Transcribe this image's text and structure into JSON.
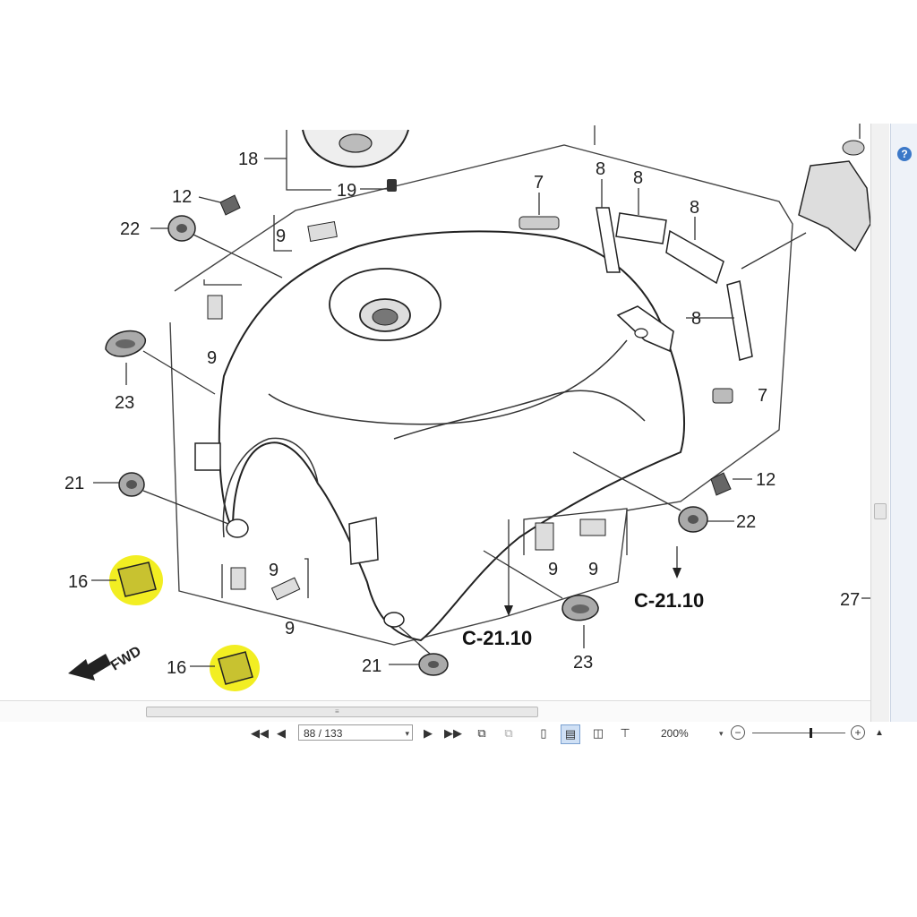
{
  "diagram": {
    "callouts": {
      "n18": "18",
      "n19": "19",
      "n12_top": "12",
      "n22_top": "22",
      "n9_a": "9",
      "n9_b": "9",
      "n9_c": "9",
      "n9_d": "9",
      "n9_e": "9",
      "n9_f": "9",
      "n7_top": "7",
      "n7_right": "7",
      "n8_a": "8",
      "n8_b": "8",
      "n8_c": "8",
      "n8_d": "8",
      "n23_left": "23",
      "n23_bottom": "23",
      "n21_left": "21",
      "n21_bottom": "21",
      "n12_right": "12",
      "n22_right": "22",
      "n16_a": "16",
      "n16_b": "16",
      "n27": "27"
    },
    "references": {
      "ref_bottom": "C-21.10",
      "ref_right": "C-21.10"
    },
    "fwd_label": "FWD"
  },
  "viewer": {
    "page_current": "88 / 133",
    "zoom_level": "200%",
    "help_label": "?",
    "zoom_position": 0.62
  },
  "colors": {
    "highlight": "#f2ee22",
    "line": "#222222",
    "accent": "#3b78c8"
  }
}
